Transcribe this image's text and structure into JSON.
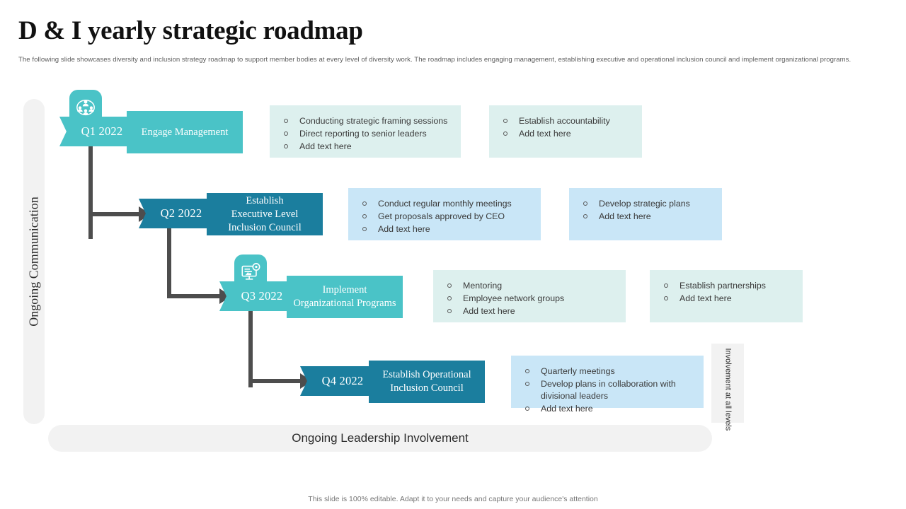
{
  "header": {
    "title": "D & I yearly strategic roadmap",
    "subtitle": "The following slide showcases diversity and inclusion strategy roadmap to support member bodies at every level of diversity work. The roadmap includes engaging management,  establishing executive and operational inclusion council and implement organizational programs."
  },
  "rails": {
    "left_label": "Ongoing Communication",
    "bottom_label": "Ongoing Leadership Involvement",
    "right_label": "Involvement at all levels"
  },
  "colors": {
    "light_teal": "#4ac3c7",
    "dark_teal": "#1b7e9e",
    "panel_mint": "#ddf0ee",
    "panel_blue": "#c9e6f7",
    "rail_gray": "#f2f2f2",
    "connector": "#4d4d4d"
  },
  "rows": [
    {
      "quarter": "Q1 2022",
      "phase": "Engage Management",
      "tone": "light",
      "icon": "people-network-icon",
      "panel_left": {
        "tone": "mint",
        "items": [
          "Conducting  strategic framing  sessions",
          "Direct reporting  to senior leaders",
          "Add text here"
        ]
      },
      "panel_right": {
        "tone": "mint",
        "items": [
          "Establish accountability",
          "Add text here"
        ]
      }
    },
    {
      "quarter": "Q2 2022",
      "phase": "Establish\nExecutive Level\nInclusion Council",
      "tone": "dark",
      "icon": null,
      "panel_left": {
        "tone": "blue",
        "items": [
          "Conduct regular  monthly meetings",
          "Get proposals  approved  by CEO",
          "Add text here"
        ]
      },
      "panel_right": {
        "tone": "blue",
        "items": [
          "Develop  strategic plans",
          "Add text here"
        ]
      }
    },
    {
      "quarter": "Q3 2022",
      "phase": "Implement\nOrganizational Programs",
      "tone": "light",
      "icon": "presentation-chart-icon",
      "panel_left": {
        "tone": "mint",
        "items": [
          "Mentoring",
          "Employee network  groups",
          "Add text here"
        ]
      },
      "panel_right": {
        "tone": "mint",
        "items": [
          "Establish partnerships",
          "Add text here"
        ]
      }
    },
    {
      "quarter": "Q4 2022",
      "phase": "Establish Operational\nInclusion Council",
      "tone": "dark",
      "icon": null,
      "panel_left": {
        "tone": "blue",
        "items": [
          "Quarterly  meetings",
          "Develop  plans  in collaboration  with divisional  leaders",
          "Add text here"
        ]
      },
      "panel_right": null
    }
  ],
  "footer": {
    "note": "This slide is 100% editable. Adapt it to your needs and capture your audience's attention"
  }
}
